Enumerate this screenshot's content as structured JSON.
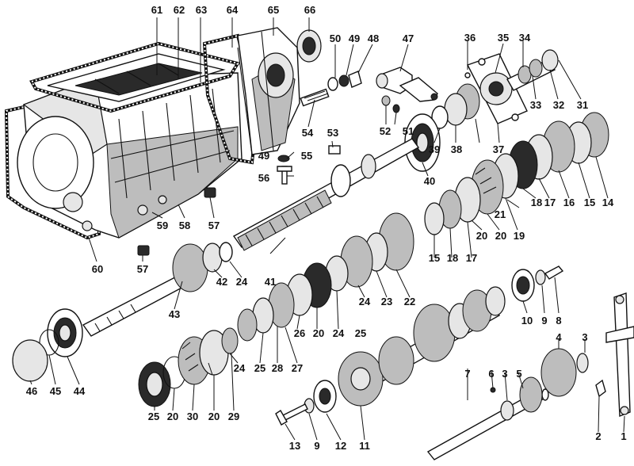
{
  "diagram": {
    "part_numbers": [
      "61",
      "62",
      "63",
      "64",
      "65",
      "66",
      "50",
      "49",
      "48",
      "47",
      "36",
      "35",
      "34",
      "33",
      "32",
      "31",
      "54",
      "52",
      "51",
      "53",
      "55",
      "49",
      "56",
      "39",
      "38",
      "37",
      "40",
      "14",
      "15",
      "16",
      "17",
      "18",
      "19",
      "20",
      "21",
      "20",
      "15",
      "18",
      "17",
      "60",
      "59",
      "58",
      "57",
      "57",
      "41",
      "42",
      "24",
      "43",
      "24",
      "23",
      "22",
      "25",
      "26",
      "20",
      "24",
      "27",
      "28",
      "24",
      "25",
      "46",
      "45",
      "44",
      "25",
      "20",
      "30",
      "20",
      "29",
      "10",
      "9",
      "8",
      "7",
      "6",
      "3",
      "5",
      "4",
      "3",
      "2",
      "1",
      "13",
      "9",
      "12",
      "11"
    ]
  }
}
